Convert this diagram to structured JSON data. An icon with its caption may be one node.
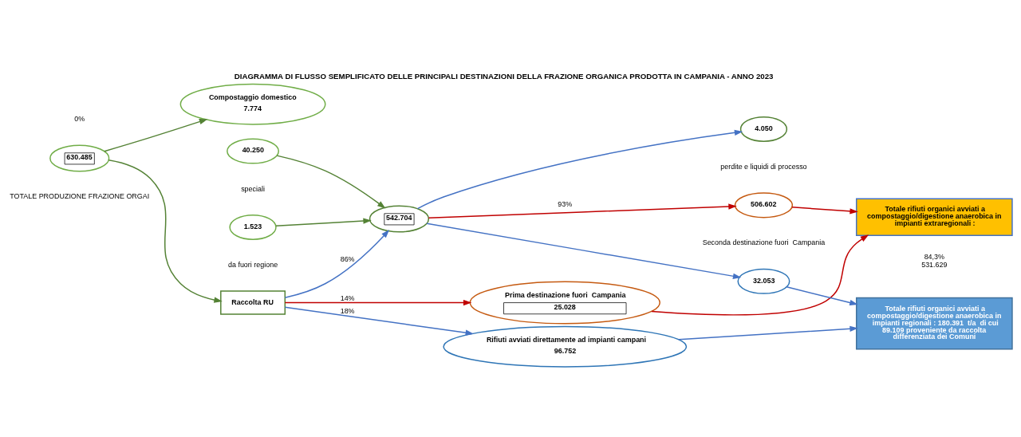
{
  "diagram": {
    "title": "DIAGRAMMA DI FLUSSO SEMPLIFICATO DELLE PRINCIPALI DESTINAZIONI DELLA FRAZIONE ORGANICA PRODOTTA IN CAMPANIA - ANNO 2023",
    "nodes": [
      {
        "text": [
          "Compostaggio domestico",
          "7.774"
        ]
      },
      {
        "text": [
          "630.485"
        ],
        "beside": [
          "TOTALE PRODUZIONE FRAZIONE ORGAI"
        ]
      },
      {
        "text": [
          "Raccolta RU"
        ]
      },
      {
        "text": [
          "Prima destinazione fuori  Campania",
          "25.028"
        ]
      },
      {
        "text": [
          "Totale rifiuti organici avviati a compostaggio/digestione anaerobica in impianti extraregionali :"
        ],
        "beside": [
          "84,3%",
          "531.629"
        ]
      },
      {
        "text": [
          "506.602"
        ],
        "beside": [
          "Seconda destinazione fuori  Campania"
        ]
      },
      {
        "text": [
          "40.250"
        ],
        "beside": [
          "speciali"
        ]
      },
      {
        "text": [
          "1.523"
        ],
        "beside": [
          "da fuori regione"
        ]
      },
      {
        "text": [
          "542.704"
        ]
      },
      {
        "text": [
          "4.050"
        ],
        "beside": [
          "perdite e liquidi di processo"
        ]
      },
      {
        "text": [
          "Rifiuti avviati direttamente ad impianti campani",
          "96.752"
        ]
      },
      {
        "text": [
          "32.053"
        ]
      },
      {
        "text": [
          "Totale rifiuti organici avviati a compostaggio/digestione anaerobica in impianti regionali : 180.391  t/a  di cui 89.109 proveniente da raccolta differenziata dei Comuni"
        ]
      }
    ],
    "edges": [
      {
        "from": 1,
        "to": 0,
        "arrow": "to",
        "color": "#548235"
      },
      {
        "from": 1,
        "to": 2,
        "arrow": "to",
        "color": "#548235"
      },
      {
        "from": 2,
        "to": 3,
        "arrow": "to",
        "label": "14%",
        "color": "#c00000"
      },
      {
        "from": 3,
        "to": 4,
        "arrow": "to",
        "color": "#c00000"
      },
      {
        "from": 2,
        "to": 8,
        "arrow": "to",
        "label": "86%"
      },
      {
        "from": 2,
        "to": 10,
        "arrow": "to",
        "label": "18%"
      },
      {
        "from": 6,
        "to": 8,
        "arrow": "to",
        "color": "#548235"
      },
      {
        "from": 7,
        "to": 8,
        "arrow": "to",
        "color": "#548235"
      },
      {
        "from": 8,
        "to": 5,
        "arrow": "to",
        "label": "93%",
        "color": "#c00000"
      },
      {
        "from": 5,
        "to": 4,
        "arrow": "to",
        "color": "#c00000"
      },
      {
        "from": 8,
        "to": 9,
        "arrow": "to"
      },
      {
        "from": 8,
        "to": 11,
        "arrow": "to"
      },
      {
        "from": 10,
        "to": 12,
        "arrow": "to"
      },
      {
        "from": 11,
        "to": 12,
        "arrow": "to"
      }
    ],
    "labels": [
      "0%"
    ]
  }
}
